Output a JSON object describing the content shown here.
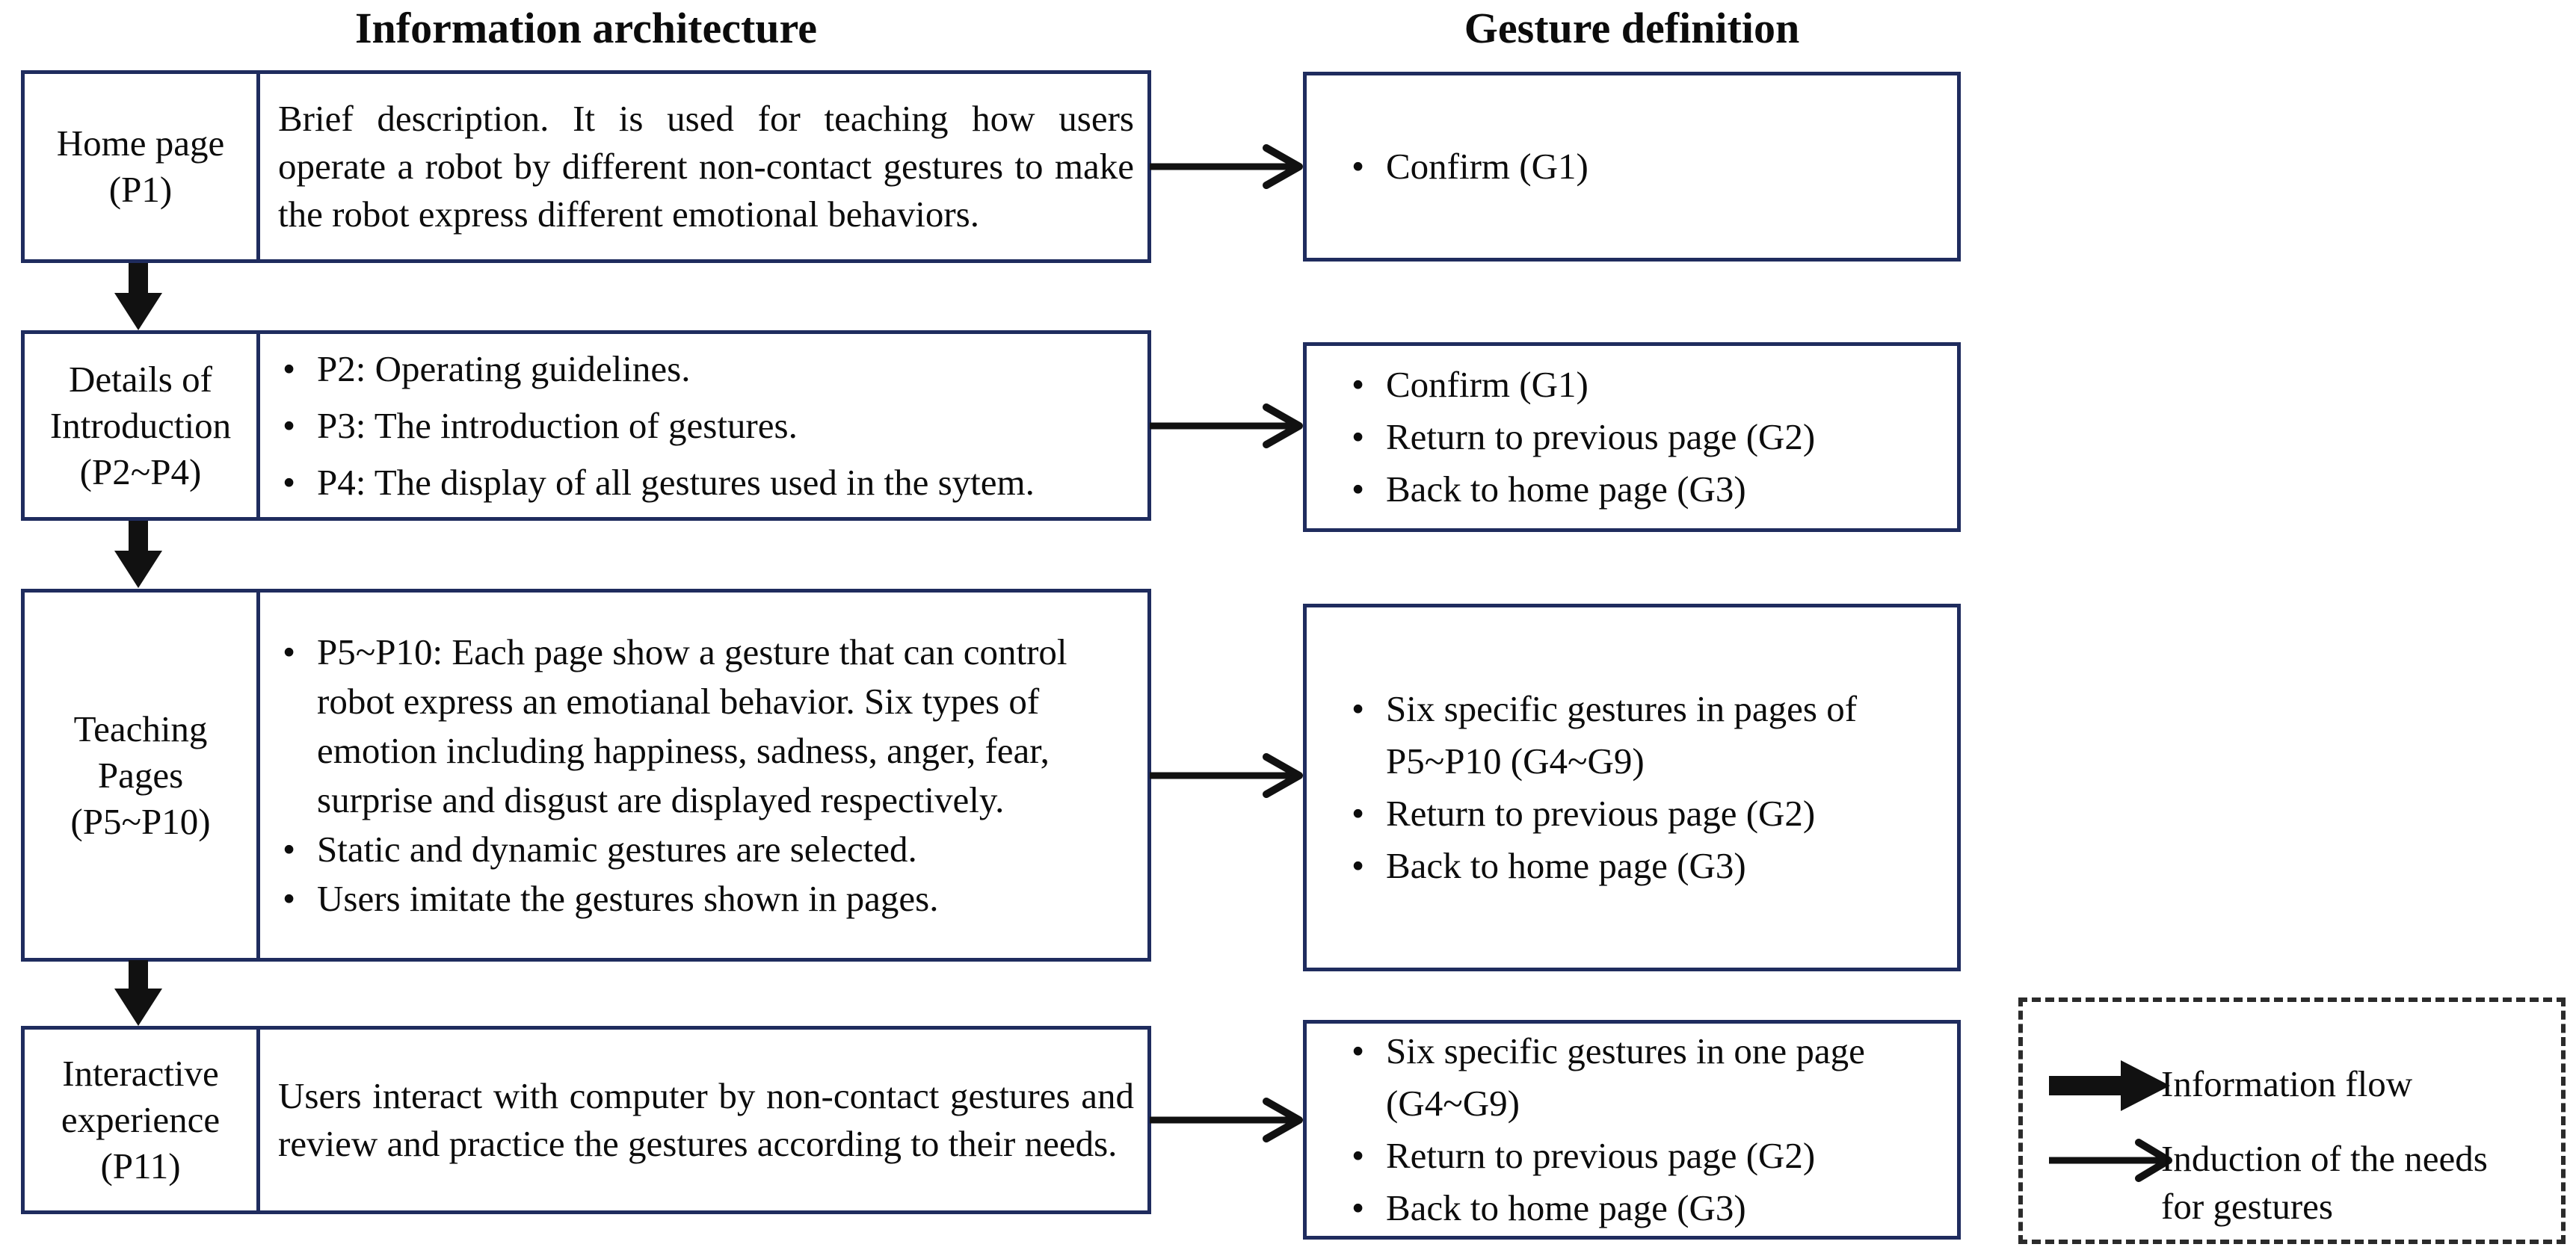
{
  "titles": {
    "left": "Information architecture",
    "right": "Gesture definition"
  },
  "rows": [
    {
      "label": "Home page\n(P1)",
      "content": {
        "type": "paragraph",
        "text": "Brief description. It is used for teaching  how users operate a robot by different non-contact gestures to make the robot express different emotional behaviors."
      },
      "gestures": [
        "Confirm (G1)"
      ]
    },
    {
      "label": "Details of\nIntroduction\n(P2~P4)",
      "content": {
        "type": "bullets",
        "items": [
          "P2: Operating guidelines.",
          "P3: The introduction of gestures.",
          "P4: The display of all gestures used in the sytem."
        ]
      },
      "gestures": [
        "Confirm (G1)",
        "Return to previous page (G2)",
        "Back to home page (G3)"
      ]
    },
    {
      "label": "Teaching\nPages\n(P5~P10)",
      "content": {
        "type": "bullets",
        "items": [
          "P5~P10: Each page show a gesture that can control robot express an emotianal behavior. Six types of emotion including happiness, sadness, anger, fear, surprise and disgust are displayed respectively.",
          "Static and dynamic gestures are selected.",
          "Users imitate the gestures shown in pages."
        ]
      },
      "gestures": [
        "Six specific gestures in pages of P5~P10 (G4~G9)",
        "Return to previous page (G2)",
        "Back to home page (G3)"
      ]
    },
    {
      "label": "Interactive\nexperience\n(P11)",
      "content": {
        "type": "paragraph",
        "text": "Users interact with computer by non-contact gestures and review and practice the gestures according to their needs."
      },
      "gestures": [
        "Six specific gestures in one page (G4~G9)",
        "Return to previous page (G2)",
        "Back to home page (G3)"
      ]
    }
  ],
  "legend": {
    "items": [
      {
        "icon": "information-flow-arrow",
        "label": "Information flow"
      },
      {
        "icon": "induction-arrow",
        "label": "Induction of the needs for gestures"
      }
    ]
  },
  "colors": {
    "box_border": "#1f2c5e",
    "arrow": "#111111",
    "text": "#0c0c0c",
    "background": "#ffffff"
  }
}
